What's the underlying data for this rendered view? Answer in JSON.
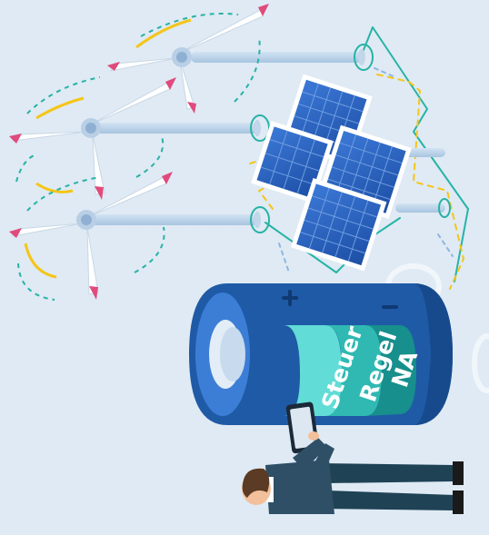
{
  "battery_labels": {
    "band1": "Steuer",
    "band2": "Regel",
    "band3": "NA"
  },
  "colors": {
    "background": "#dfeaf4",
    "battery_body": "#1f5aa6",
    "battery_side": "#174a8c",
    "band1": "#62dcd6",
    "band2": "#2fb9b2",
    "band3": "#178f8c",
    "solar_cell": "#2b63c2",
    "turbine_tip": "#e04a7c",
    "energy_line_teal": "#27b3a5",
    "energy_line_yellow": "#f5c518"
  },
  "icons": [
    "wind-turbine-icon",
    "solar-panel-icon",
    "battery-icon",
    "tablet-icon",
    "person-icon"
  ]
}
